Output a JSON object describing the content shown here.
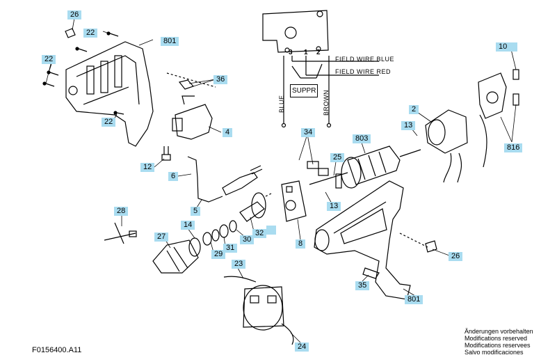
{
  "callouts": {
    "c26a": "26",
    "c22a": "22",
    "c801a": "801",
    "c22b": "22",
    "c22c": "22",
    "c36": "36",
    "c4": "4",
    "c12": "12",
    "c6": "6",
    "c5": "5",
    "c28": "28",
    "c14": "14",
    "c27": "27",
    "c29": "29",
    "c31": "31",
    "c30": "30",
    "c32": "32",
    "c8": "8",
    "c13a": "13",
    "c25": "25",
    "c34": "34",
    "c803": "803",
    "c2": "2",
    "c13b": "13",
    "c10": "10",
    "c816": "816",
    "c26b": "26",
    "c35": "35",
    "c801b": "801",
    "c23": "23",
    "c24": "24"
  },
  "wiring": {
    "field_wire_blue": "FIELD WIRE BLUE",
    "field_wire_red": "FIELD WIRE RED",
    "blue": "BLUE",
    "brown": "BROWN",
    "suppr": "SUPPR",
    "terminal_3": "3",
    "terminal_1": "1",
    "terminal_2": "2"
  },
  "figure_id": "F0156400.A11",
  "notes": [
    "Änderungen vorbehalten",
    "Modifications reserved",
    "Modifications reservees",
    "Salvo modificaciones"
  ]
}
